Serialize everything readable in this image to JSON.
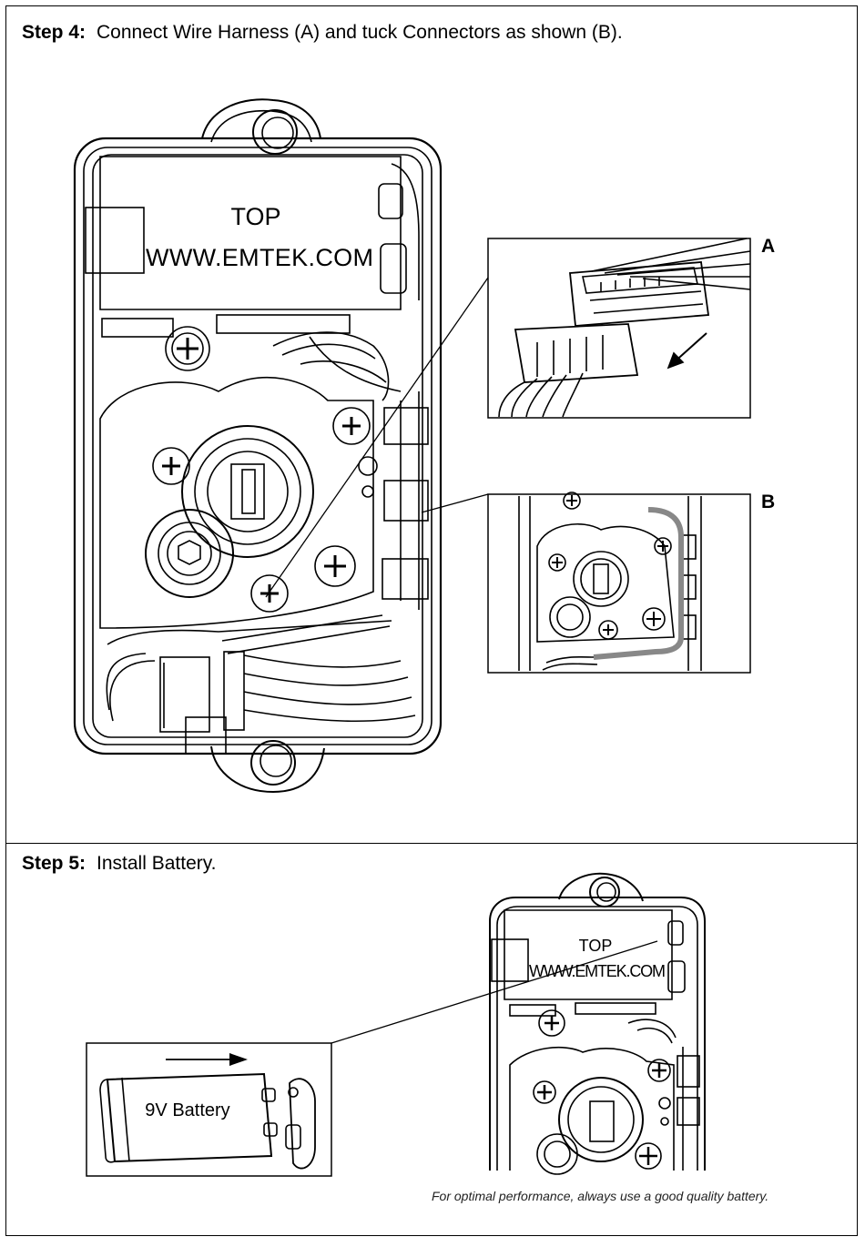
{
  "step4": {
    "label": "Step 4:",
    "text": "Connect Wire Harness (A) and tuck Connectors as shown (B).",
    "callout_a": "A",
    "callout_b": "B",
    "housing_top": "TOP",
    "housing_url": "WWW.EMTEK.COM"
  },
  "step5": {
    "label": "Step 5:",
    "text": "Install Battery.",
    "battery_label": "9V Battery",
    "housing_top": "TOP",
    "housing_url": "WWW.EMTEK.COM",
    "note": "For optimal performance, always use a good quality battery."
  }
}
